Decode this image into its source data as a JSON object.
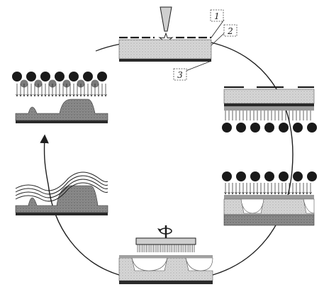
{
  "diagram": {
    "callouts": [
      {
        "id": "callout-1",
        "text": "1"
      },
      {
        "id": "callout-2",
        "text": "2"
      },
      {
        "id": "callout-3",
        "text": "3"
      }
    ],
    "colors": {
      "ink": "#1e1e1e",
      "dark_layer": "#707070",
      "mid_layer": "#a8a8a8",
      "light_layer": "#d9d9d9",
      "substrate": "#3a3a3a",
      "particle": "#1a1a1a",
      "particle_light": "#7a7a7a"
    }
  }
}
